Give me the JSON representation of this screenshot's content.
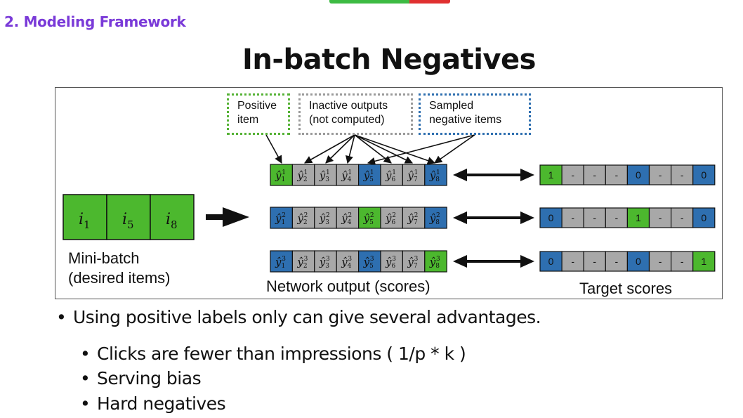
{
  "header": {
    "section_title": "2. Modeling Framework",
    "slide_title": "In-batch Negatives"
  },
  "figure": {
    "callouts": {
      "positive": [
        "Positive",
        "item"
      ],
      "inactive": [
        "Inactive outputs",
        "(not computed)"
      ],
      "sampled": [
        "Sampled",
        "negative items"
      ]
    },
    "minibatch": {
      "items": [
        {
          "base": "i",
          "sub": "1"
        },
        {
          "base": "i",
          "sub": "5"
        },
        {
          "base": "i",
          "sub": "8"
        }
      ],
      "label_line1": "Mini-batch",
      "label_line2": "(desired items)"
    },
    "network_output": {
      "label": "Network output (scores)",
      "rows": [
        [
          "positive",
          "inactive",
          "inactive",
          "inactive",
          "negative",
          "inactive",
          "inactive",
          "negative"
        ],
        [
          "negative",
          "inactive",
          "inactive",
          "inactive",
          "positive",
          "inactive",
          "inactive",
          "negative"
        ],
        [
          "negative",
          "inactive",
          "inactive",
          "inactive",
          "negative",
          "inactive",
          "inactive",
          "positive"
        ]
      ]
    },
    "target_scores": {
      "label": "Target scores",
      "rows": [
        [
          "1",
          "-",
          "-",
          "-",
          "0",
          "-",
          "-",
          "0"
        ],
        [
          "0",
          "-",
          "-",
          "-",
          "1",
          "-",
          "-",
          "0"
        ],
        [
          "0",
          "-",
          "-",
          "-",
          "0",
          "-",
          "-",
          "1"
        ]
      ]
    },
    "colors": {
      "positive": "#4cb82e",
      "negative": "#2e6fb0",
      "inactive": "#a8a8a8"
    }
  },
  "bullets": {
    "main": "Using positive labels only can give several advantages.",
    "sub": [
      "Clicks are fewer than impressions ( 1/p * k )",
      "Serving bias",
      "Hard negatives"
    ]
  }
}
